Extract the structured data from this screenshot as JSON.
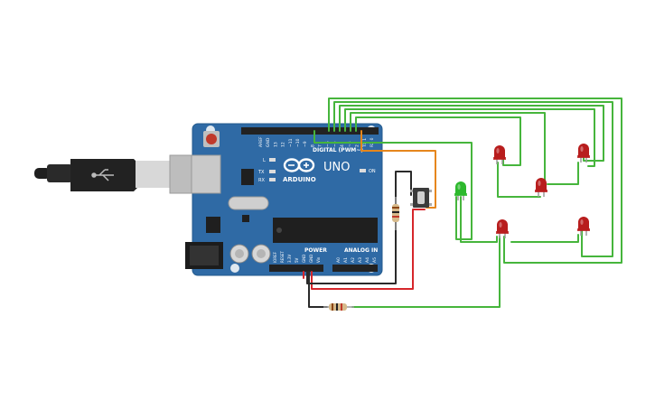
{
  "board": {
    "brand": "ARDUINO",
    "model": "UNO",
    "digital_header": "DIGITAL (PWM~)",
    "power_header": "POWER",
    "analog_header": "ANALOG IN",
    "on_label": "ON",
    "l_label": "L",
    "tx_label": "TX",
    "rx_label": "RX",
    "digital_pins": [
      "AREF",
      "GND",
      "13",
      "12",
      "~11",
      "~10",
      "~9",
      "8",
      "7",
      "~6",
      "~5",
      "4",
      "~3",
      "2",
      "TX 1",
      "RX 0"
    ],
    "power_pins": [
      "IOREF",
      "RESET",
      "3.3V",
      "5V",
      "GND",
      "GND",
      "Vin"
    ],
    "analog_pins": [
      "A0",
      "A1",
      "A2",
      "A3",
      "A4",
      "A5"
    ]
  },
  "components": {
    "leds": [
      {
        "color": "#2db82d"
      },
      {
        "color": "#b81d1d"
      },
      {
        "color": "#b81d1d"
      },
      {
        "color": "#b81d1d"
      },
      {
        "color": "#b81d1d"
      },
      {
        "color": "#b81d1d"
      }
    ]
  },
  "colors": {
    "board": "#2f6aa5",
    "wire_green": "#46b53c",
    "wire_red": "#d6262b",
    "wire_black": "#2a2a2a",
    "wire_orange": "#e6861c"
  }
}
